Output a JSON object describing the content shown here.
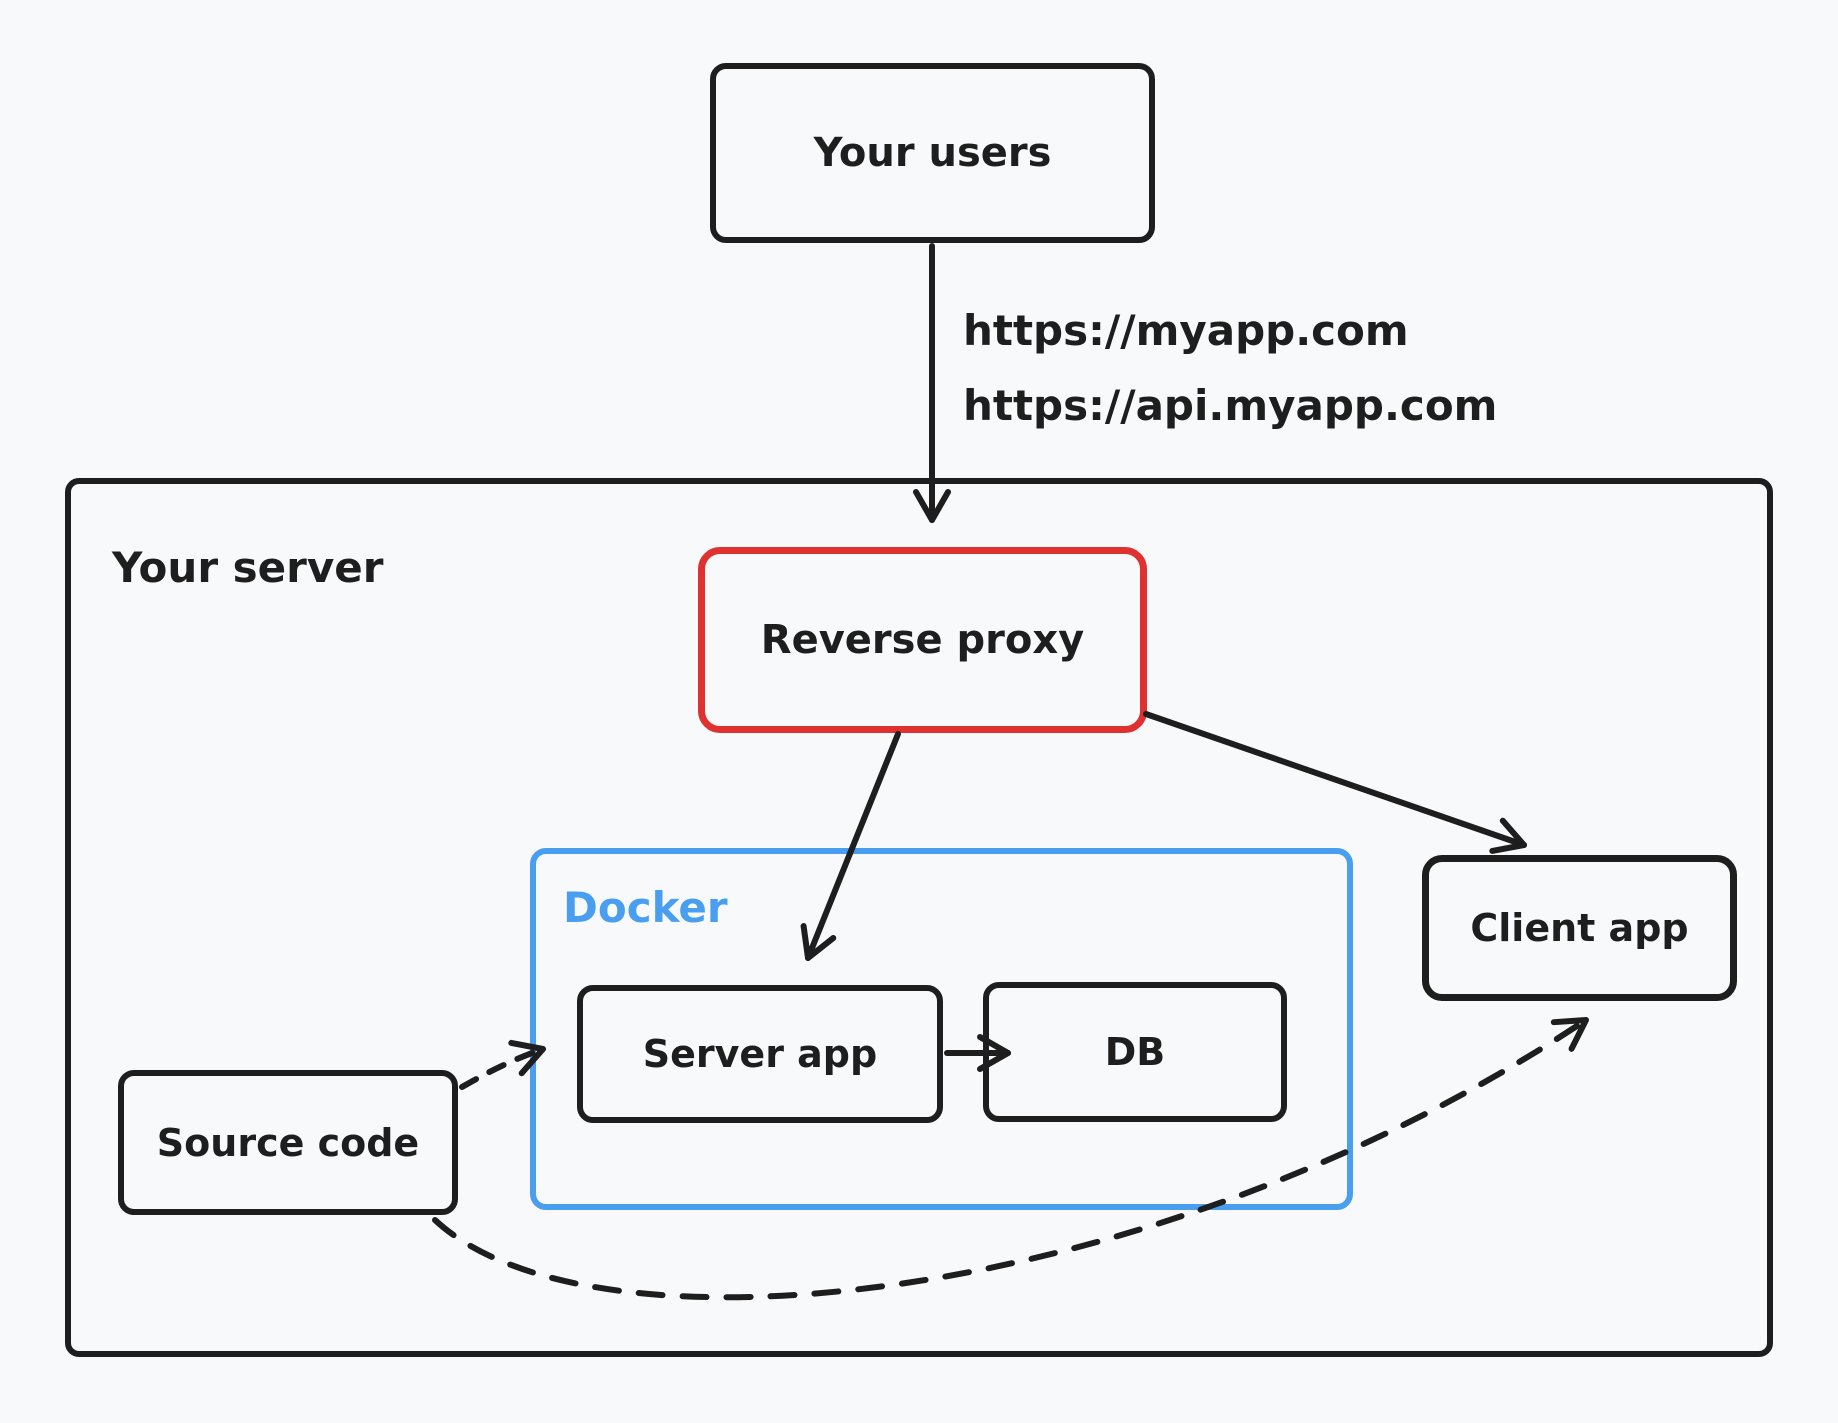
{
  "diagram": {
    "background": "#f8f9fa",
    "colors": {
      "stroke": "#1e1e1e",
      "accent_red": "#e03131",
      "accent_blue": "#4a9ef0"
    },
    "nodes": {
      "your_users": {
        "label": "Your users"
      },
      "your_server": {
        "label": "Your server"
      },
      "reverse_proxy": {
        "label": "Reverse proxy"
      },
      "docker": {
        "label": "Docker"
      },
      "server_app": {
        "label": "Server app"
      },
      "db": {
        "label": "DB"
      },
      "client_app": {
        "label": "Client app"
      },
      "source_code": {
        "label": "Source code"
      }
    },
    "edges": [
      {
        "from": "your_users",
        "to": "reverse_proxy",
        "style": "solid",
        "labels": [
          "https://myapp.com",
          "https://api.myapp.com"
        ]
      },
      {
        "from": "reverse_proxy",
        "to": "server_app",
        "style": "solid"
      },
      {
        "from": "reverse_proxy",
        "to": "client_app",
        "style": "solid"
      },
      {
        "from": "server_app",
        "to": "db",
        "style": "solid"
      },
      {
        "from": "source_code",
        "to": "server_app",
        "style": "dashed"
      },
      {
        "from": "source_code",
        "to": "client_app",
        "style": "dashed"
      }
    ]
  }
}
